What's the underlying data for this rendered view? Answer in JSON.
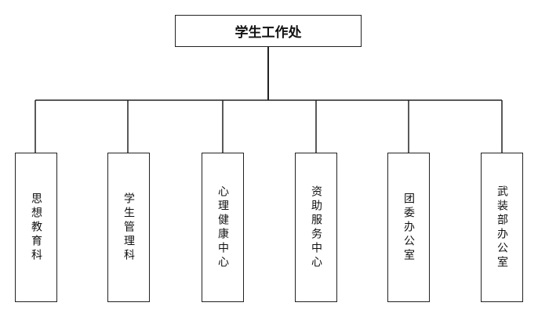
{
  "root": {
    "label": "学生工作处"
  },
  "children": [
    {
      "label": "思想教育科"
    },
    {
      "label": "学生管理科"
    },
    {
      "label": "心理健康中心"
    },
    {
      "label": "资助服务中心"
    },
    {
      "label": "团委办公室"
    },
    {
      "label": "武装部办公室"
    }
  ],
  "colors": {
    "line": "#222222",
    "box_fill": "#ffffff"
  }
}
